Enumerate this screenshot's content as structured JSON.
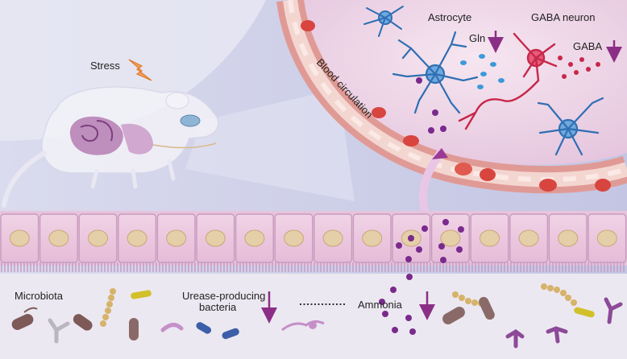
{
  "labels": {
    "stress": "Stress",
    "astrocyte": "Astrocyte",
    "gaba_neuron": "GABA neuron",
    "gln": "Gln",
    "gaba": "GABA",
    "blood_circulation": "Blood circulation",
    "microbiota": "Microbiota",
    "urease_line1": "Urease-producing",
    "urease_line2": "bacteria",
    "ammonia": "Ammonia"
  },
  "indicators": {
    "gln": "down",
    "gaba": "down",
    "urease_producing_bacteria": "down",
    "ammonia": "down"
  },
  "colors": {
    "background": "#c9cbe6",
    "vessel_wall": "#e8a9a3",
    "brain": "#f1dcea",
    "astrocyte": "#2f6fb3",
    "neuron": "#c8264a",
    "ammonia_dot": "#7a2a8c",
    "epithelium": "#eecbe3",
    "lumen": "#ece8f1",
    "arrow": "#8b2f86"
  }
}
